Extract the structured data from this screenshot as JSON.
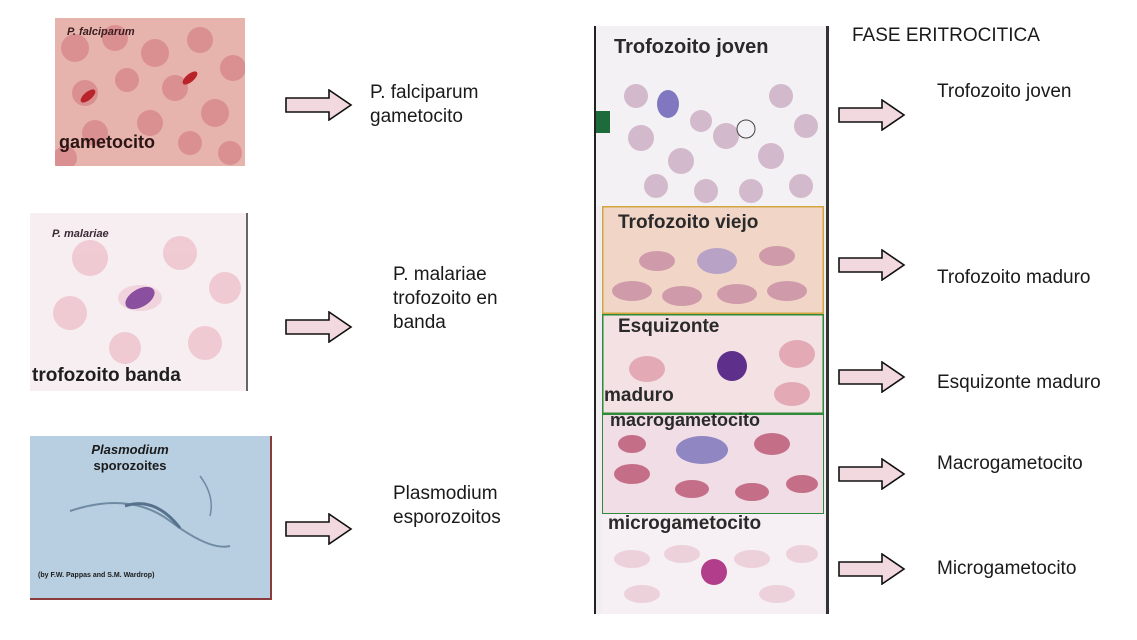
{
  "header": {
    "title": "FASE ERITROCITICA"
  },
  "left_panels": [
    {
      "corner_text": "P. falciparum",
      "caption": "gametocito",
      "label_lines": [
        "P. falciparum",
        "gametocito"
      ]
    },
    {
      "corner_text": "P. malariae",
      "caption": "trofozoito banda",
      "label_lines": [
        "P. malariae",
        "trofozoito en",
        "banda"
      ]
    },
    {
      "corner_text": "Plasmodium",
      "corner_text_2": "sporozoites",
      "credit": "(by F.W. Pappas and S.M. Wardrop)",
      "label_lines": [
        "Plasmodium",
        "esporozoitos"
      ]
    }
  ],
  "right_strip": [
    {
      "caption": "Trofozoito joven",
      "label": "Trofozoito joven"
    },
    {
      "caption": "Trofozoito viejo",
      "label": "Trofozoito maduro"
    },
    {
      "caption": "Esquizonte",
      "caption_2": "maduro",
      "label": "Esquizonte maduro"
    },
    {
      "caption": "macrogametocito",
      "label": "Macrogametocito"
    },
    {
      "caption": "microgametocito",
      "label": "Microgametocito"
    }
  ],
  "colors": {
    "arrow_fill": "#f2d9df",
    "arrow_stroke": "#111111",
    "rbc": "#d98a92"
  }
}
